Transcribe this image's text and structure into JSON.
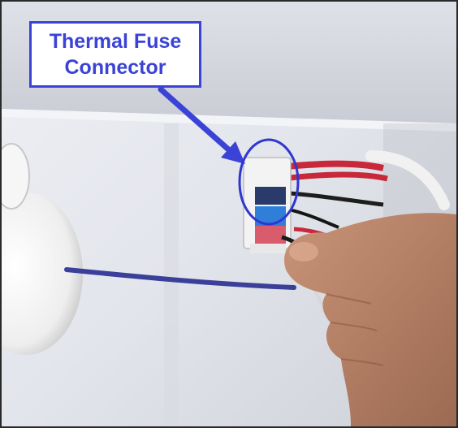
{
  "callout": {
    "line1": "Thermal Fuse",
    "line2": "Connector"
  },
  "colors": {
    "annotation_blue": "#3b43d6",
    "wall_white": "#e6e7ec",
    "wire_red": "#c8283a",
    "wire_blue": "#3a3f9a",
    "connector_blue": "#2f7fd9",
    "skin": "#b98268"
  },
  "photo": {
    "subject": "refrigerator interior with wire harness connector held by hand"
  }
}
